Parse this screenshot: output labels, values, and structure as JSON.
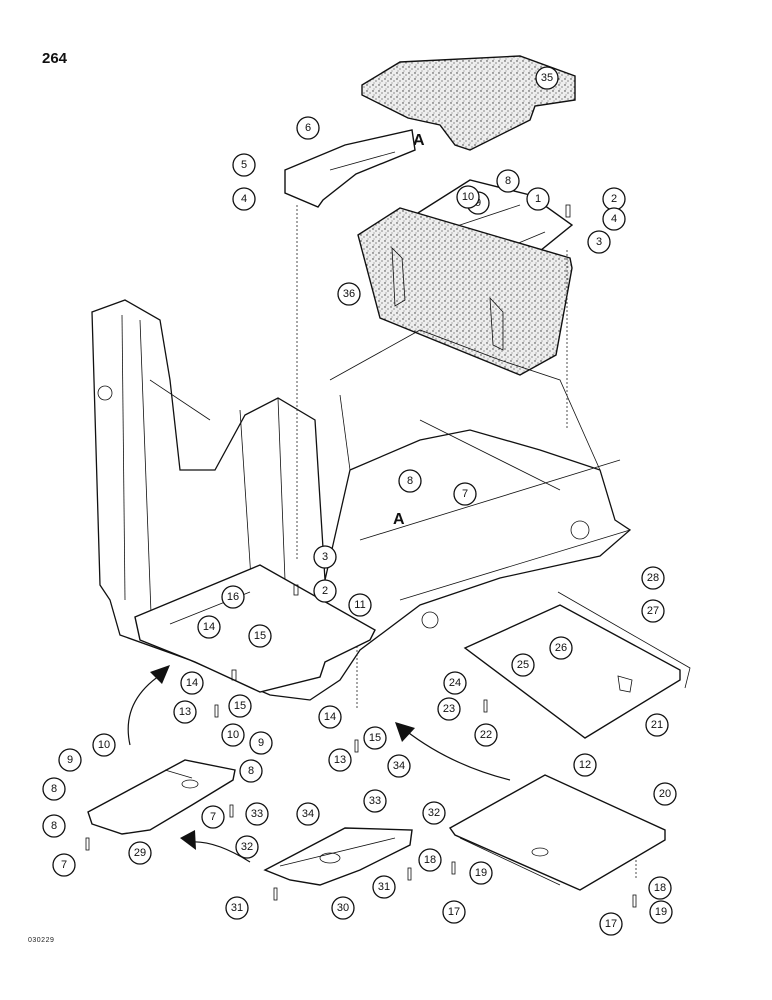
{
  "page_number": "264",
  "document_code": "030229",
  "view_markers": [
    "A",
    "A"
  ],
  "callouts": [
    "1",
    "2",
    "3",
    "4",
    "5",
    "6",
    "7",
    "8",
    "9",
    "10",
    "11",
    "12",
    "13",
    "14",
    "15",
    "16",
    "17",
    "18",
    "19",
    "20",
    "21",
    "22",
    "23",
    "24",
    "25",
    "26",
    "27",
    "28",
    "29",
    "30",
    "31",
    "32",
    "33",
    "34",
    "35",
    "36"
  ]
}
